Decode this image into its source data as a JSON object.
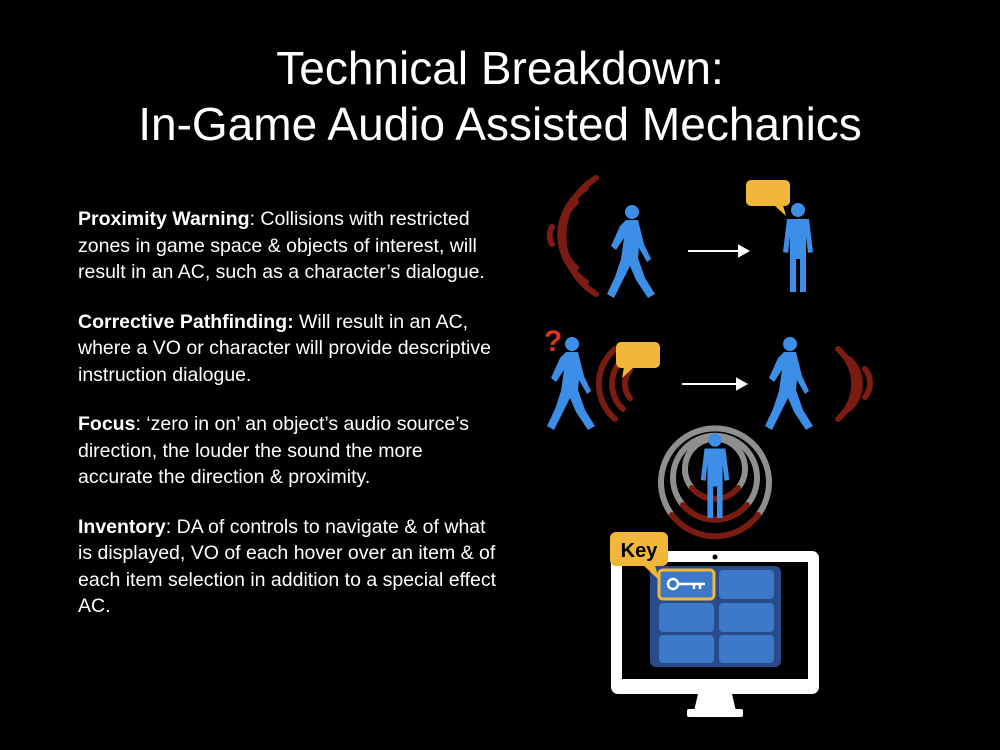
{
  "title": {
    "line1": "Technical Breakdown:",
    "line2": "In-Game Audio Assisted Mechanics"
  },
  "bullets": [
    {
      "term": "Proximity Warning",
      "sep": ":",
      "text": " Collisions with restricted zones in game space & objects of interest, will result in an AC, such as a character’s dialogue."
    },
    {
      "term": "Corrective Pathfinding:",
      "sep": "",
      "text": " Will result in an AC, where a VO or character will provide descriptive instruction dialogue."
    },
    {
      "term": "Focus",
      "sep": ":",
      "text": " ‘zero in on’ an object’s audio source’s direction, the louder the sound the more accurate the direction & proximity."
    },
    {
      "term": "Inventory",
      "sep": ":",
      "text": " DA of controls to navigate & of what is displayed, VO of each hover over an item & of each item selection in addition to a special effect AC."
    }
  ],
  "illustration": {
    "key_label": "Key",
    "question_mark": "?",
    "colors": {
      "figure": "#3d8ee6",
      "bubble": "#f1b73a",
      "sound_red": "#7a1c12",
      "sound_grey": "#8f8f8f",
      "monitor": "#ffffff",
      "screen": "#2a4b8a",
      "tile": "#3c79c9",
      "question": "#d9332b"
    },
    "icons": [
      "walking-person-icon",
      "speech-bubble-icon",
      "standing-person-icon",
      "sound-waves-icon",
      "arrow-right-icon",
      "question-mark-icon",
      "monitor-icon",
      "key-icon"
    ]
  }
}
